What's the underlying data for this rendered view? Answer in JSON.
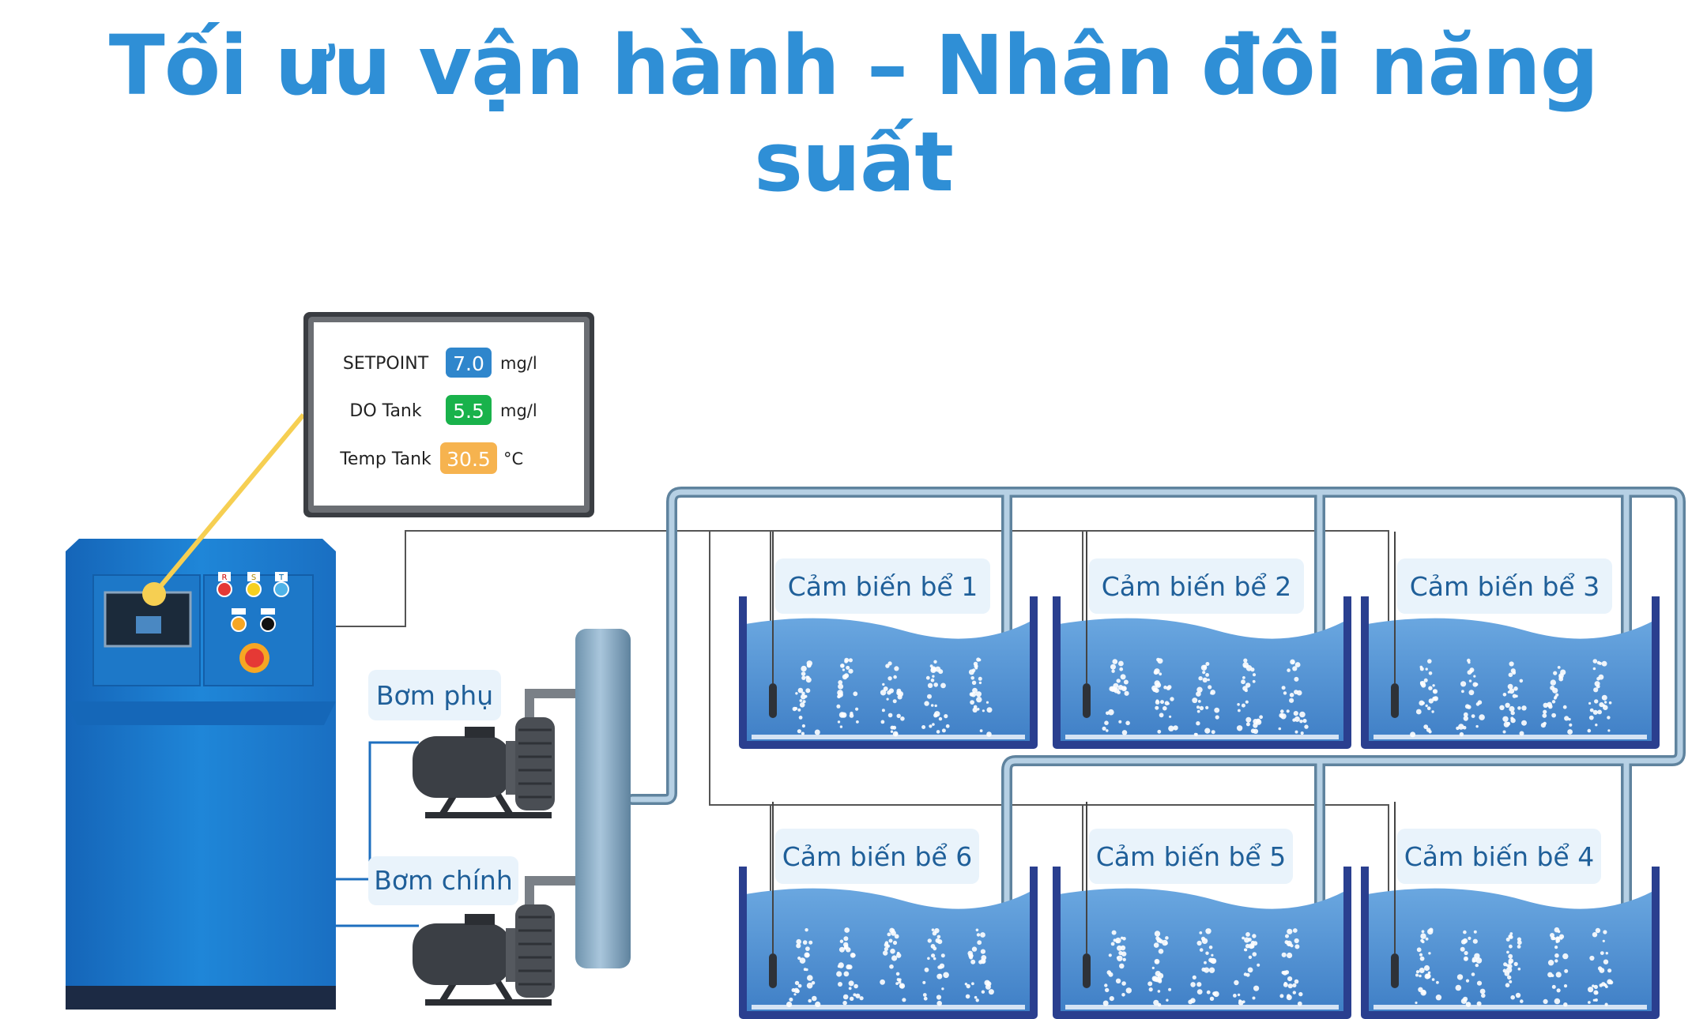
{
  "title": "Tối ưu vận hành – Nhân đôi năng suất",
  "hmi": {
    "rows": [
      {
        "label": "SETPOINT",
        "value": "7.0",
        "unit": "mg/l",
        "color": "#2f86cc"
      },
      {
        "label": "DO Tank",
        "value": "5.5",
        "unit": "mg/l",
        "color": "#19b24b"
      },
      {
        "label": "Temp Tank",
        "value": "30.5",
        "unit": "°C",
        "color": "#f6b34f"
      }
    ]
  },
  "cabinet": {
    "indicator_letters": [
      "R",
      "S",
      "T"
    ],
    "indicator_colors": [
      "#e53935",
      "#f5d020",
      "#4fb3e8"
    ]
  },
  "pumps": {
    "aux_label": "Bơm phụ",
    "main_label": "Bơm chính"
  },
  "tanks": [
    {
      "label": "Cảm biến bể 1"
    },
    {
      "label": "Cảm biến bể 2"
    },
    {
      "label": "Cảm biến bể 3"
    },
    {
      "label": "Cảm biến bể 6"
    },
    {
      "label": "Cảm biến bể 5"
    },
    {
      "label": "Cảm biến bể 4"
    }
  ],
  "colors": {
    "title": "#2f8fd6",
    "cabinet": "#1f7fd0",
    "pipe": "#7fa9c9",
    "water": "#5596d6",
    "tank_frame": "#2a3f8f",
    "label_bg": "#e9f3fb",
    "callout": "#f6cf52"
  }
}
